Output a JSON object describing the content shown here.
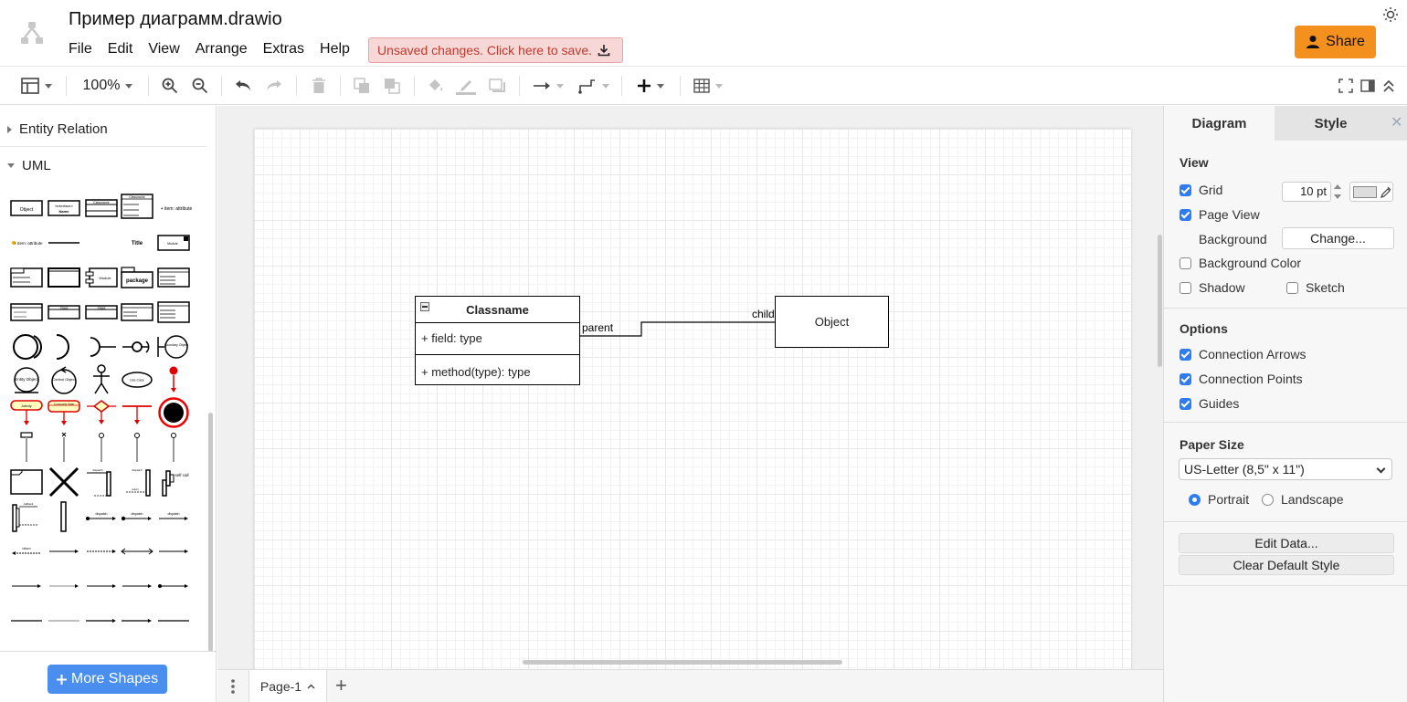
{
  "header": {
    "title": "Пример диаграмм.drawio",
    "menu": [
      "File",
      "Edit",
      "View",
      "Arrange",
      "Extras",
      "Help"
    ],
    "unsaved_label": "Unsaved changes. Click here to save.",
    "share_label": "Share"
  },
  "toolbar": {
    "zoom": "100%"
  },
  "left_panel": {
    "libraries": [
      "Entity Relation",
      "UML"
    ],
    "more_shapes_label": "More Shapes",
    "uml_shapes": {
      "object": "Object",
      "interface": "«interface»",
      "name": "Name",
      "classname": "Classname",
      "item_attribute": "+ item: attribute",
      "title": "Title",
      "module": "Module",
      "package": "package",
      "class": "Class",
      "boundary_object": "Boundary Object",
      "entity_object": "Entity Object",
      "control_object": "Control Object",
      "use_case": "Use Case",
      "activity": "Activity",
      "composite_state": "Composite State",
      "self_call": "self call",
      "callback": "callback",
      "dispatch": "dispatch",
      "return": "return"
    }
  },
  "diagram": {
    "class_name": "Classname",
    "field": "+ field: type",
    "method": "+ method(type): type",
    "object": "Object",
    "edge_parent": "parent",
    "edge_child": "child"
  },
  "page_tabs": {
    "current": "Page-1",
    "add": "+"
  },
  "right_panel": {
    "tabs": [
      "Diagram",
      "Style"
    ],
    "close": "✕",
    "view": {
      "title": "View",
      "grid": "Grid",
      "grid_size": "10 pt",
      "page_view": "Page View",
      "background": "Background",
      "change": "Change...",
      "background_color": "Background Color",
      "shadow": "Shadow",
      "sketch": "Sketch"
    },
    "options": {
      "title": "Options",
      "connection_arrows": "Connection Arrows",
      "connection_points": "Connection Points",
      "guides": "Guides"
    },
    "paper": {
      "title": "Paper Size",
      "size": "US-Letter (8,5\" x 11\")",
      "portrait": "Portrait",
      "landscape": "Landscape"
    },
    "edit_data": "Edit Data...",
    "clear_default_style": "Clear Default Style"
  },
  "colors": {
    "accent": "#2f7bf1",
    "share": "#f4901e",
    "unsaved_bg": "#f8d7d7",
    "unsaved_text": "#c0392b"
  }
}
